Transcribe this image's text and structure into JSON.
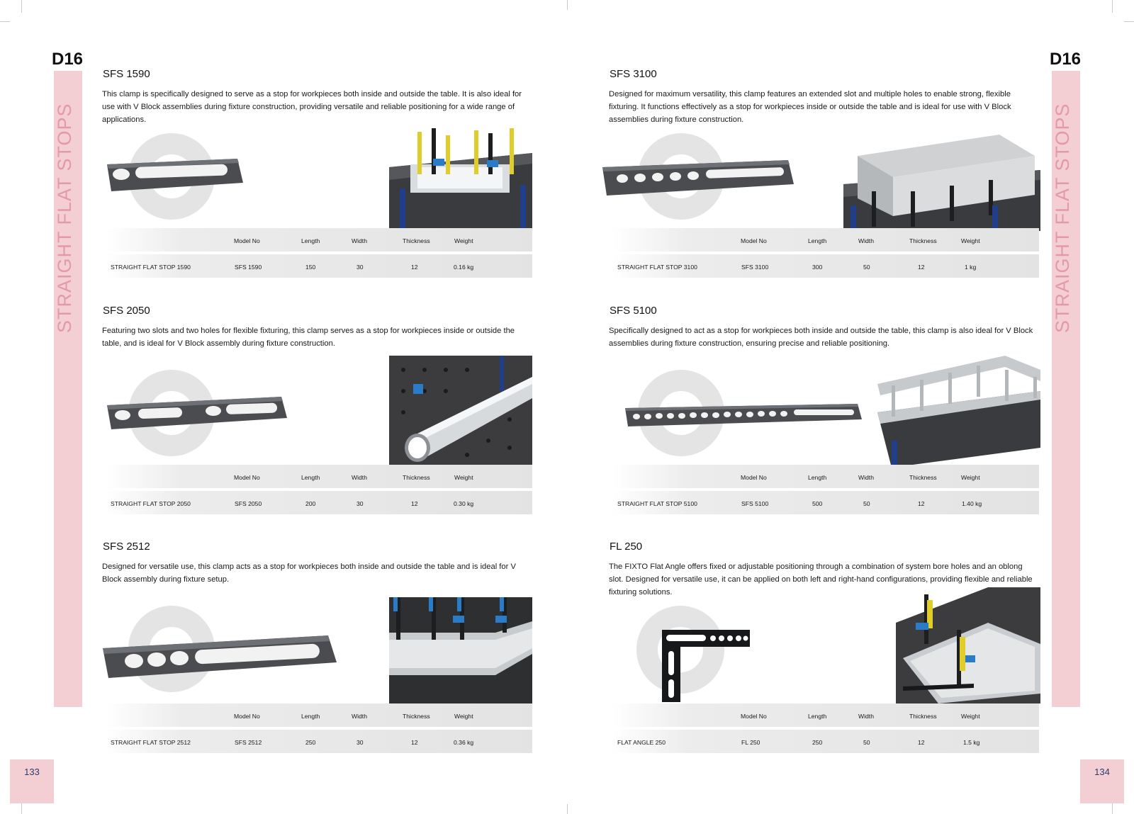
{
  "header": {
    "code": "D16"
  },
  "section_title": "STRAIGHT FLAT STOPS",
  "page_numbers": {
    "left": "133",
    "right": "134"
  },
  "table_headers": {
    "model_no": "Model No",
    "length": "Length",
    "width": "Width",
    "thickness": "Thickness",
    "weight": "Weight"
  },
  "products": [
    {
      "code": "SFS 1590",
      "description": "This clamp is specifically designed to serve as a stop for workpieces both inside and outside the table. It is also ideal for use with V Block assemblies during fixture construction, providing versatile and reliable positioning for a wide range of applications.",
      "name": "STRAIGHT FLAT STOP 1590",
      "model_no": "SFS 1590",
      "length": "150",
      "width": "30",
      "thickness": "12",
      "weight": "0.16 kg",
      "photo_icon": "welding-table-clamps-photo"
    },
    {
      "code": "SFS 3100",
      "description": "Designed for maximum versatility, this clamp features an extended slot and multiple holes to enable strong, flexible fixturing. It functions effectively as a stop for workpieces inside or outside the table and is ideal for use with V Block assemblies during fixture construction.",
      "name": "STRAIGHT FLAT STOP 3100",
      "model_no": "SFS 3100",
      "length": "300",
      "width": "50",
      "thickness": "12",
      "weight": "1 kg",
      "photo_icon": "sheet-box-fixture-photo"
    },
    {
      "code": "SFS 2050",
      "description": "Featuring two slots and two holes for flexible fixturing, this clamp serves as a stop for workpieces inside or outside the table, and is ideal for V Block assembly during fixture construction.",
      "name": "STRAIGHT FLAT STOP 2050",
      "model_no": "SFS 2050",
      "length": "200",
      "width": "30",
      "thickness": "12",
      "weight": "0.30 kg",
      "photo_icon": "steel-tube-fixture-photo"
    },
    {
      "code": "SFS 5100",
      "description": "Specifically designed to act as a stop for workpieces both inside and outside the table, this clamp is also ideal for V Block assemblies during fixture construction, ensuring precise and reliable positioning.",
      "name": "STRAIGHT FLAT STOP 5100",
      "model_no": "SFS 5100",
      "length": "500",
      "width": "50",
      "thickness": "12",
      "weight": "1.40 kg",
      "photo_icon": "railing-frame-fixture-photo"
    },
    {
      "code": "SFS 2512",
      "description": "Designed for versatile use, this clamp acts as a stop for workpieces both inside and outside the table and is ideal for V Block assembly during fixture setup.",
      "name": "STRAIGHT FLAT STOP 2512",
      "model_no": "SFS 2512",
      "length": "250",
      "width": "30",
      "thickness": "12",
      "weight": "0.36 kg",
      "photo_icon": "frame-clamping-photo"
    },
    {
      "code": "FL 250",
      "description": "The FIXTO Flat Angle offers fixed or adjustable positioning through a combination of system bore holes and an oblong slot. Designed for versatile use, it can be applied on both left and right-hand configurations, providing flexible and reliable fixturing solutions.",
      "name": "FLAT ANGLE 250",
      "model_no": "FL 250",
      "length": "250",
      "width": "50",
      "thickness": "12",
      "weight": "1.5 kg",
      "photo_icon": "flat-angle-table-photo"
    }
  ]
}
